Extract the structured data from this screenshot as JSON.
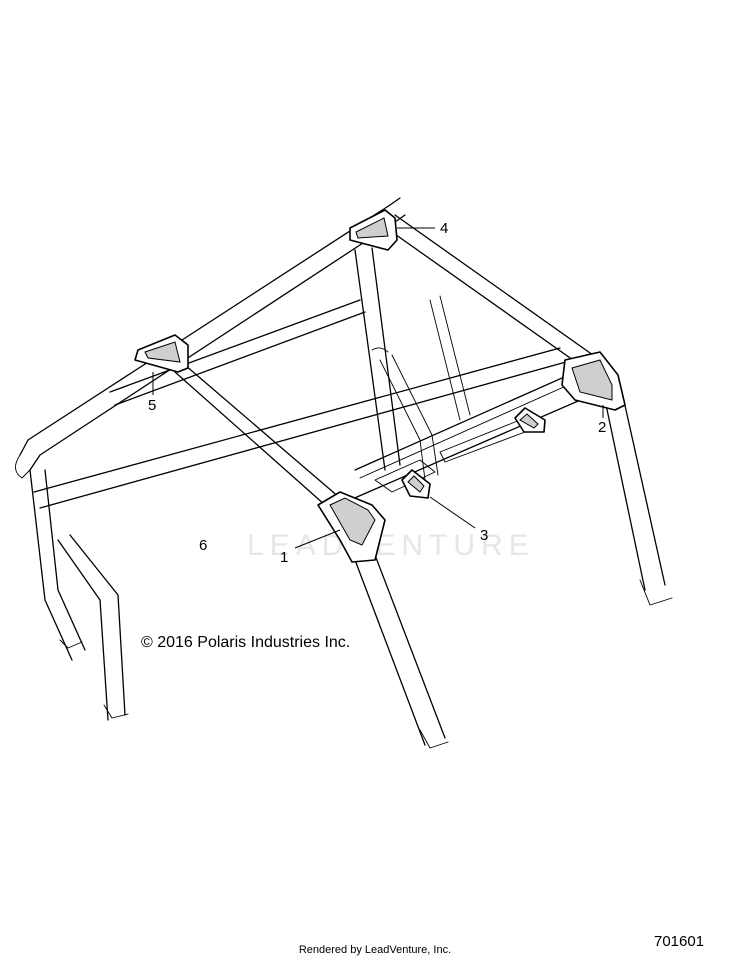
{
  "callouts": [
    {
      "id": "1",
      "label": "1"
    },
    {
      "id": "2",
      "label": "2"
    },
    {
      "id": "3",
      "label": "3"
    },
    {
      "id": "4",
      "label": "4"
    },
    {
      "id": "5",
      "label": "5"
    },
    {
      "id": "6",
      "label": "6"
    }
  ],
  "copyright": "© 2016 Polaris Industries Inc.",
  "footer": "Rendered by LeadVenture, Inc.",
  "figure_number": "701601",
  "watermark": "LEADVENTURE",
  "colors": {
    "line": "#000000",
    "background": "#ffffff",
    "watermark": "#e6e6e6"
  }
}
